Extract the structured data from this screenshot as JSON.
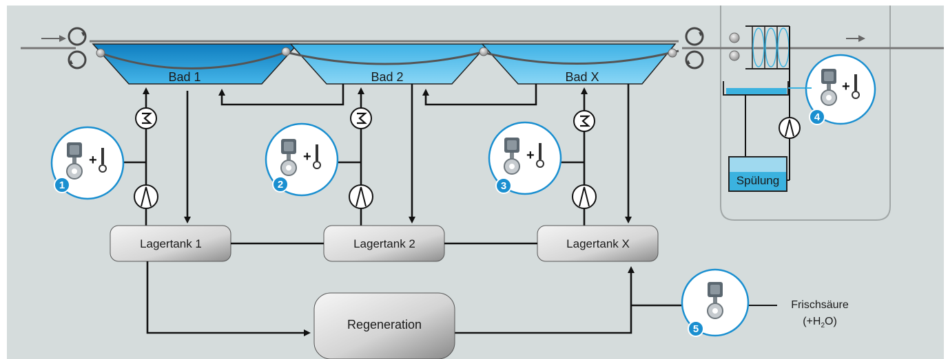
{
  "baths": [
    {
      "label": "Bad 1"
    },
    {
      "label": "Bad 2"
    },
    {
      "label": "Bad X"
    }
  ],
  "tanks": [
    {
      "label": "Lagertank 1"
    },
    {
      "label": "Lagertank 2"
    },
    {
      "label": "Lagertank X"
    }
  ],
  "regeneration": {
    "label": "Regeneration"
  },
  "rinse": {
    "label": "Spülung"
  },
  "measure_points": [
    {
      "number": "1"
    },
    {
      "number": "2"
    },
    {
      "number": "3"
    },
    {
      "number": "4"
    },
    {
      "number": "5"
    }
  ],
  "fresh_acid": {
    "line1": "Frischsäure",
    "line2_prefix": "(+H",
    "line2_sub": "2",
    "line2_suffix": "O)"
  },
  "colors": {
    "background": "#d5dcdc",
    "bath_dark": "#1d8fcc",
    "bath_light": "#63c4ee",
    "badge": "#1a8fd0",
    "rinse_liquid": "#3bb2df"
  }
}
